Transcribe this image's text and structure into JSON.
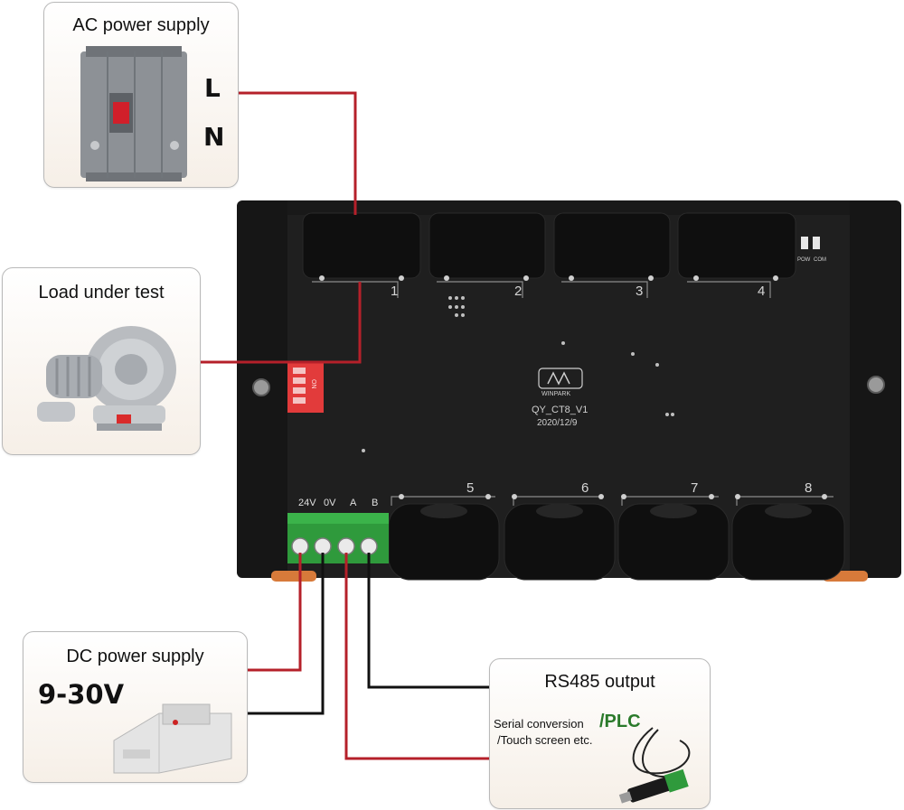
{
  "cards": {
    "ac": {
      "title": "AC power supply",
      "line_label": "L",
      "neutral_label": "N"
    },
    "load": {
      "title": "Load under test"
    },
    "dc": {
      "title": "DC power supply",
      "voltage": "9-30V"
    },
    "rs485": {
      "title": "RS485 output",
      "line1": "Serial conversion",
      "plc": "/PLC",
      "line2": "/Touch screen etc."
    }
  },
  "board": {
    "channels_top": [
      "1",
      "2",
      "3",
      "4"
    ],
    "channels_bottom": [
      "5",
      "6",
      "7",
      "8"
    ],
    "terminals": [
      "24V",
      "0V",
      "A",
      "B"
    ],
    "led_labels": [
      "POW",
      "COM"
    ],
    "logo_text": "WINPARK",
    "model": "QY_CT8_V1",
    "date": "2020/12/9",
    "dip_label": "ON"
  },
  "colors": {
    "wire_red": "#b5202a",
    "wire_black": "#111111",
    "board": "#1e1e1e",
    "terminal_green": "#2f9a3c",
    "dip_red": "#e23b3b"
  }
}
